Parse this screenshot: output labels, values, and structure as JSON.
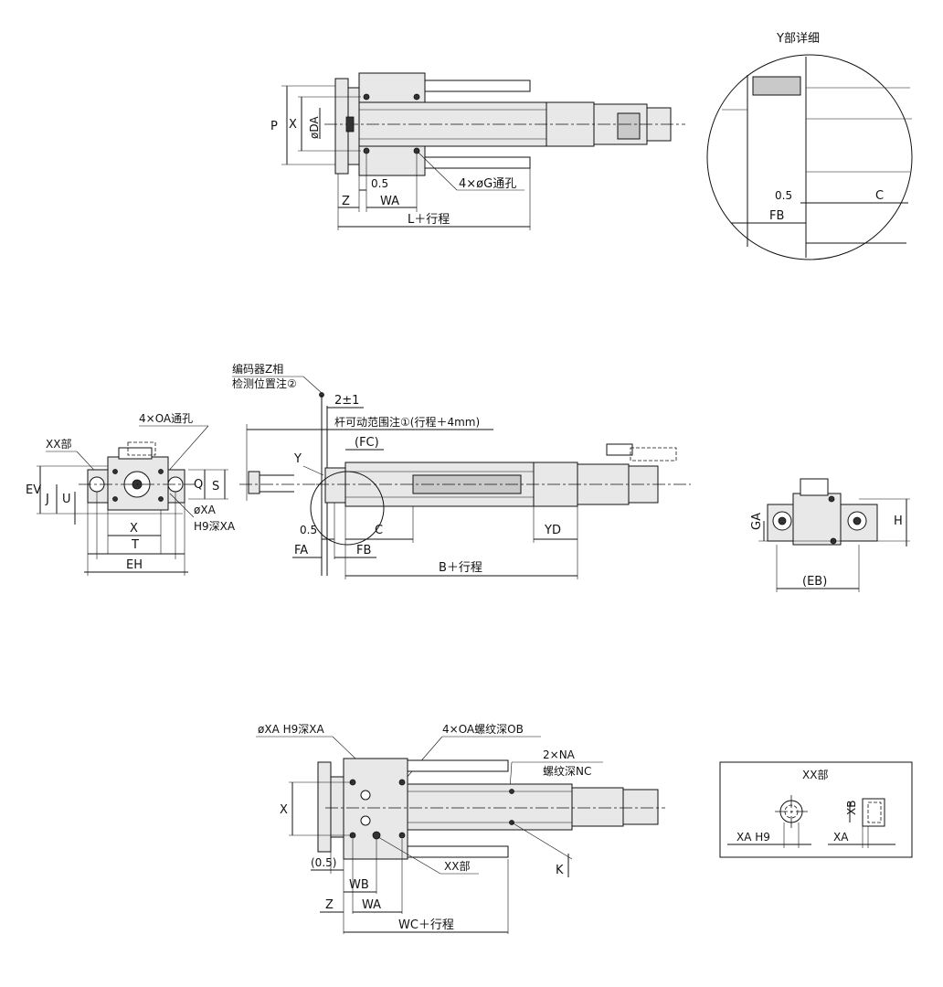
{
  "top_view": {
    "dims": {
      "P": "P",
      "X": "X",
      "DA": "øDA",
      "half": "0.5",
      "Z": "Z",
      "WA": "WA",
      "L": "L＋行程"
    },
    "callout_holes": "4×øG通孔"
  },
  "detail_y": {
    "title": "Y部详细",
    "half": "0.5",
    "C": "C",
    "FB": "FB"
  },
  "middle_view": {
    "encoder_line1": "编码器Z相",
    "encoder_line2": "检测位置注②",
    "pm": "2±1",
    "rod_range": "杆可动范围注①(行程＋4mm)",
    "FC": "(FC)",
    "Y": "Y",
    "half": "0.5",
    "FA": "FA",
    "FB": "FB",
    "C": "C",
    "YD": "YD",
    "B": "B＋行程"
  },
  "left_view": {
    "callout_oa": "4×OA通孔",
    "xx": "XX部",
    "EV": "EV",
    "J": "J",
    "U": "U",
    "Q": "Q",
    "S": "S",
    "X": "X",
    "T": "T",
    "EH": "EH",
    "xa": "øXA",
    "h9": "H9深XA"
  },
  "right_view": {
    "GA": "GA",
    "H": "H",
    "EB": "(EB)"
  },
  "bottom_view": {
    "xa_label": "øXA H9深XA",
    "oa_label": "4×OA螺纹深OB",
    "na_line1": "2×NA",
    "na_line2": "螺纹深NC",
    "X": "X",
    "K": "K",
    "half": "(0.5)",
    "WB": "WB",
    "Z": "Z",
    "WA": "WA",
    "xx": "XX部",
    "WC": "WC＋行程"
  },
  "xx_detail": {
    "title": "XX部",
    "XB": "XB",
    "XA_H9": "XA  H9",
    "XA": "XA"
  }
}
